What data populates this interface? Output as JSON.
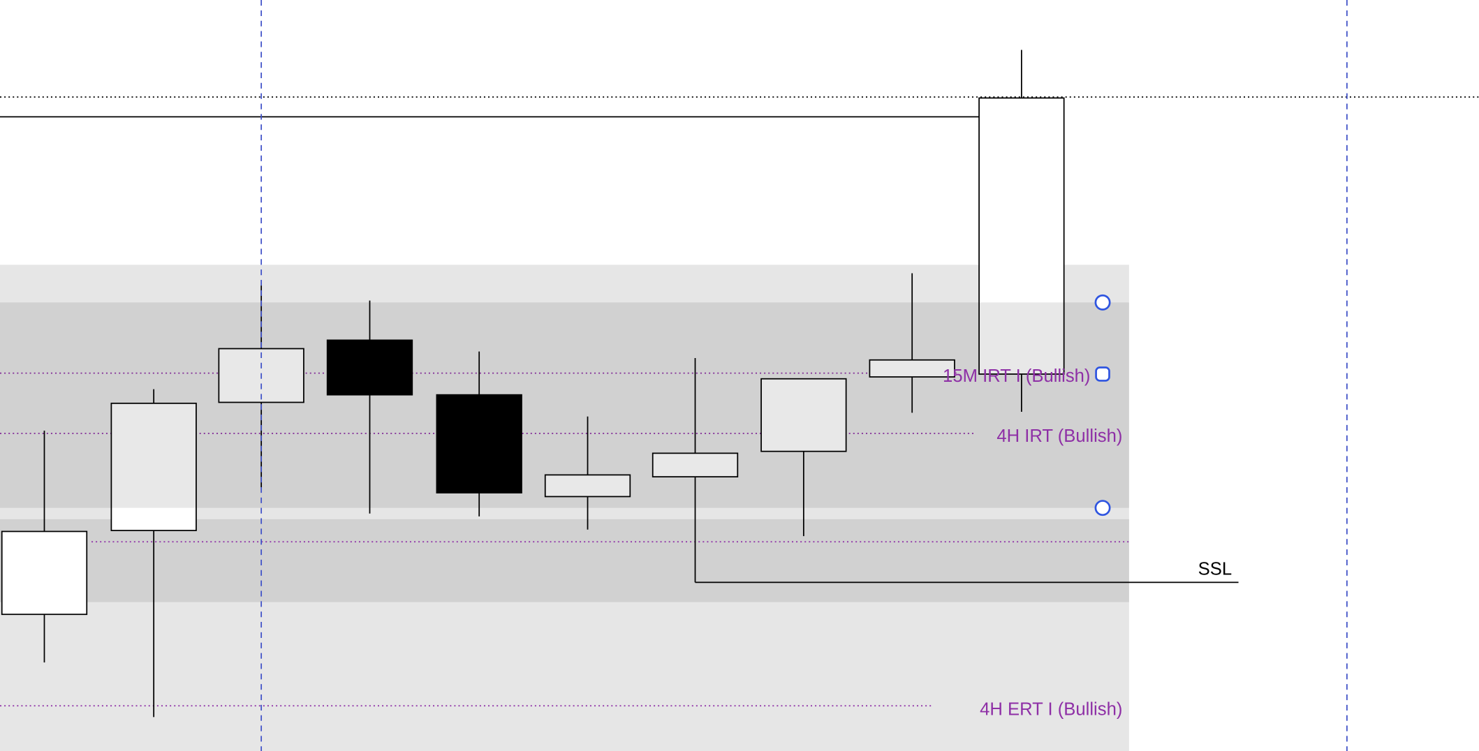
{
  "chart_data": {
    "type": "candlestick",
    "title": "",
    "xlabel": "",
    "ylabel": "",
    "ylim": [
      0,
      79.7
    ],
    "grid": false,
    "candles": [
      {
        "open": 14.5,
        "high": 34.0,
        "low": 9.4,
        "close": 23.3
      },
      {
        "open": 23.4,
        "high": 38.4,
        "low": 3.6,
        "close": 36.9
      },
      {
        "open": 37.0,
        "high": 49.4,
        "low": 28.0,
        "close": 42.7
      },
      {
        "open": 43.6,
        "high": 47.8,
        "low": 25.2,
        "close": 37.8
      },
      {
        "open": 37.8,
        "high": 42.4,
        "low": 24.9,
        "close": 27.4
      },
      {
        "open": 27.0,
        "high": 35.5,
        "low": 23.5,
        "close": 29.3
      },
      {
        "open": 29.1,
        "high": 41.7,
        "low": 17.9,
        "close": 31.6
      },
      {
        "open": 31.8,
        "high": 39.5,
        "low": 22.8,
        "close": 39.5
      },
      {
        "open": 39.7,
        "high": 50.7,
        "low": 35.9,
        "close": 41.5
      },
      {
        "open": 40.0,
        "high": 74.4,
        "low": 36.0,
        "close": 69.3
      }
    ],
    "zones": [
      {
        "name": "outer-zone",
        "from": 0,
        "to": 51.6,
        "color": "#e6e6e6"
      },
      {
        "name": "lower-inner-zone",
        "from": 15.8,
        "to": 24.6,
        "color": "#d1d1d1"
      },
      {
        "name": "upper-inner-zone",
        "from": 25.8,
        "to": 47.6,
        "color": "rgba(0,0,0,0.09)"
      }
    ],
    "levels": [
      {
        "name": "15m-irt-level",
        "value": 40.1,
        "label": "15M IRT I (Bullish)",
        "style": "dotted",
        "color": "#8e2fa6"
      },
      {
        "name": "4h-irt-level",
        "value": 33.7,
        "label": "4H IRT (Bullish)",
        "style": "dotted",
        "color": "#8e2fa6"
      },
      {
        "name": "inner-dotted-level",
        "value": 22.2,
        "label": "",
        "style": "dotted",
        "color": "#8e2fa6"
      },
      {
        "name": "4h-ert-level",
        "value": 4.8,
        "label": "4H ERT I (Bullish)",
        "style": "dotted",
        "color": "#8e2fa6"
      },
      {
        "name": "high-dotted-level",
        "value": 69.4,
        "label": "",
        "style": "dotted",
        "color": "#000000"
      },
      {
        "name": "high-solid-level",
        "value": 67.3,
        "label": "",
        "style": "solid",
        "color": "#000000"
      },
      {
        "name": "ssl-level",
        "value": 17.9,
        "label": "SSL",
        "style": "solid",
        "color": "#000000"
      }
    ],
    "session_separators_color": "#3f51c8",
    "handle_color": "#2f55e0"
  }
}
